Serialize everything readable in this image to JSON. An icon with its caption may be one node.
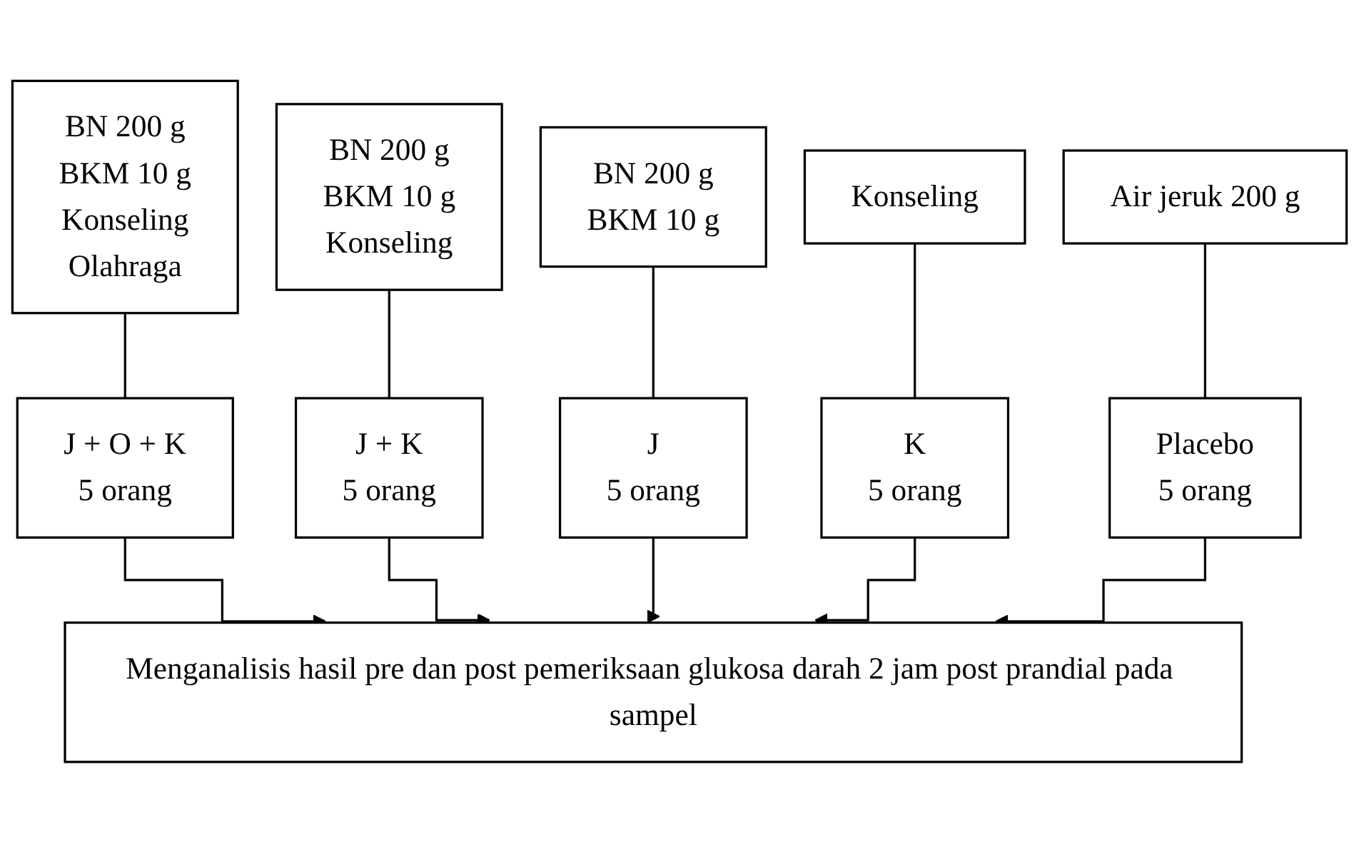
{
  "diagram": {
    "nodes": [
      {
        "text": [
          "BN 200 g",
          "BKM 10 g",
          "Konseling",
          "Olahraga"
        ]
      },
      {
        "text": [
          "BN 200 g",
          "BKM 10 g",
          "Konseling"
        ]
      },
      {
        "text": [
          "BN 200 g",
          "BKM 10 g"
        ]
      },
      {
        "text": [
          "Konseling"
        ]
      },
      {
        "text": [
          "Air jeruk 200 g"
        ]
      },
      {
        "text": [
          "J + O + K",
          "5 orang"
        ]
      },
      {
        "text": [
          "J + K",
          "5 orang"
        ]
      },
      {
        "text": [
          "J",
          "5 orang"
        ]
      },
      {
        "text": [
          "K",
          "5 orang"
        ]
      },
      {
        "text": [
          "Placebo",
          "5 orang"
        ]
      },
      {
        "text": [
          "Menganalisis hasil pre dan post pemeriksaan glukosa darah 2 jam post prandial pada sampel"
        ]
      }
    ],
    "edges": [
      {
        "from": 0,
        "to": 5,
        "arrow": "none"
      },
      {
        "from": 1,
        "to": 6,
        "arrow": "none"
      },
      {
        "from": 2,
        "to": 7,
        "arrow": "none"
      },
      {
        "from": 3,
        "to": 8,
        "arrow": "none"
      },
      {
        "from": 4,
        "to": 9,
        "arrow": "none"
      },
      {
        "from": 5,
        "to": 10,
        "arrow": "to"
      },
      {
        "from": 6,
        "to": 10,
        "arrow": "to"
      },
      {
        "from": 7,
        "to": 10,
        "arrow": "to"
      },
      {
        "from": 8,
        "to": 10,
        "arrow": "to"
      },
      {
        "from": 9,
        "to": 10,
        "arrow": "to"
      }
    ]
  }
}
